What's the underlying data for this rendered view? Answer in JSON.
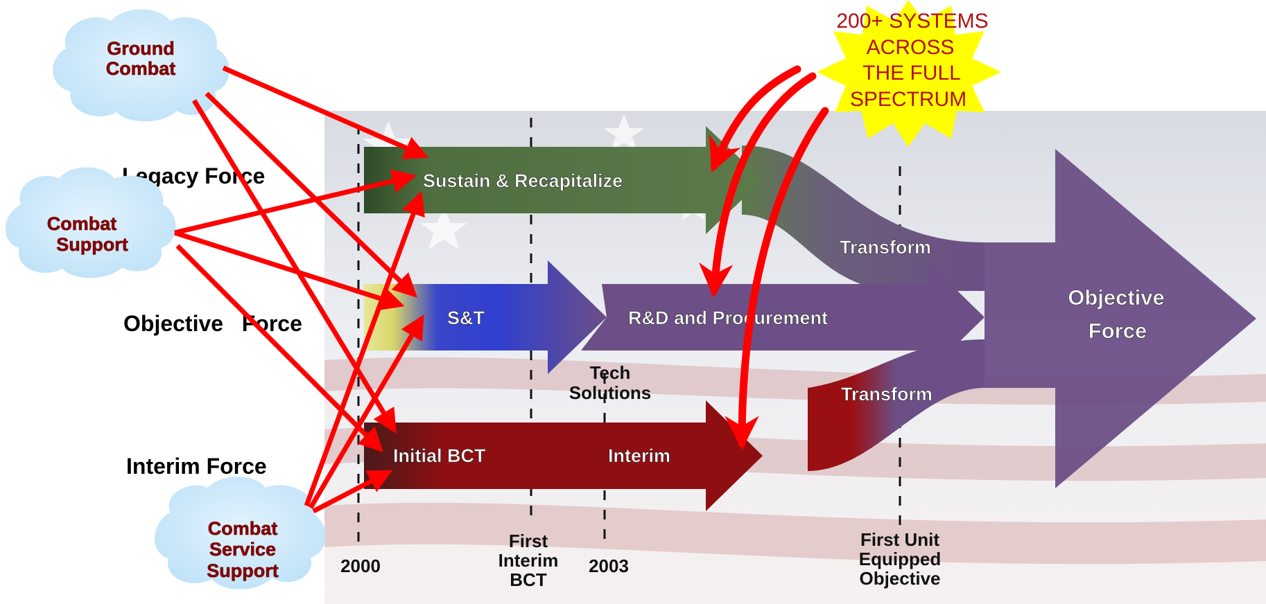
{
  "clouds": {
    "ground_combat": [
      "Ground",
      "Combat"
    ],
    "combat_support": [
      "Combat",
      "Support"
    ],
    "combat_service_support": [
      "Combat",
      "Service",
      "Support"
    ]
  },
  "row_labels": {
    "legacy": "Legacy Force",
    "objective": "Objective   Force",
    "interim": "Interim Force"
  },
  "arrows": {
    "sustain": "Sustain & Recapitalize",
    "st": "S&T",
    "rd": "R&D and Procurement",
    "initial_bct": "Initial BCT",
    "interim": "Interim",
    "transform_top": "Transform",
    "transform_bottom": "Transform",
    "objective_force": [
      "Objective",
      "Force"
    ],
    "tech_solutions": [
      "Tech",
      "Solutions"
    ]
  },
  "timeline": {
    "year_2000": "2000",
    "first_interim": [
      "First",
      "Interim",
      "BCT"
    ],
    "year_2003": "2003",
    "first_unit": [
      "First Unit",
      "Equipped",
      "Objective"
    ]
  },
  "starburst": [
    "200+ SYSTEMS",
    "ACROSS",
    "THE FULL",
    "SPECTRUM"
  ],
  "colors": {
    "cloud_fill": "#cfe9fb",
    "cloud_text": "#8b0000",
    "arrow_red": "#ff0000",
    "legacy_green": "#4f6e3f",
    "objective_purple": "#6b4f86",
    "st_blue": "#2f3fd0",
    "interim_red": "#8e0f12",
    "starburst_yellow": "#ffff00",
    "starburst_text": "#b01010"
  }
}
